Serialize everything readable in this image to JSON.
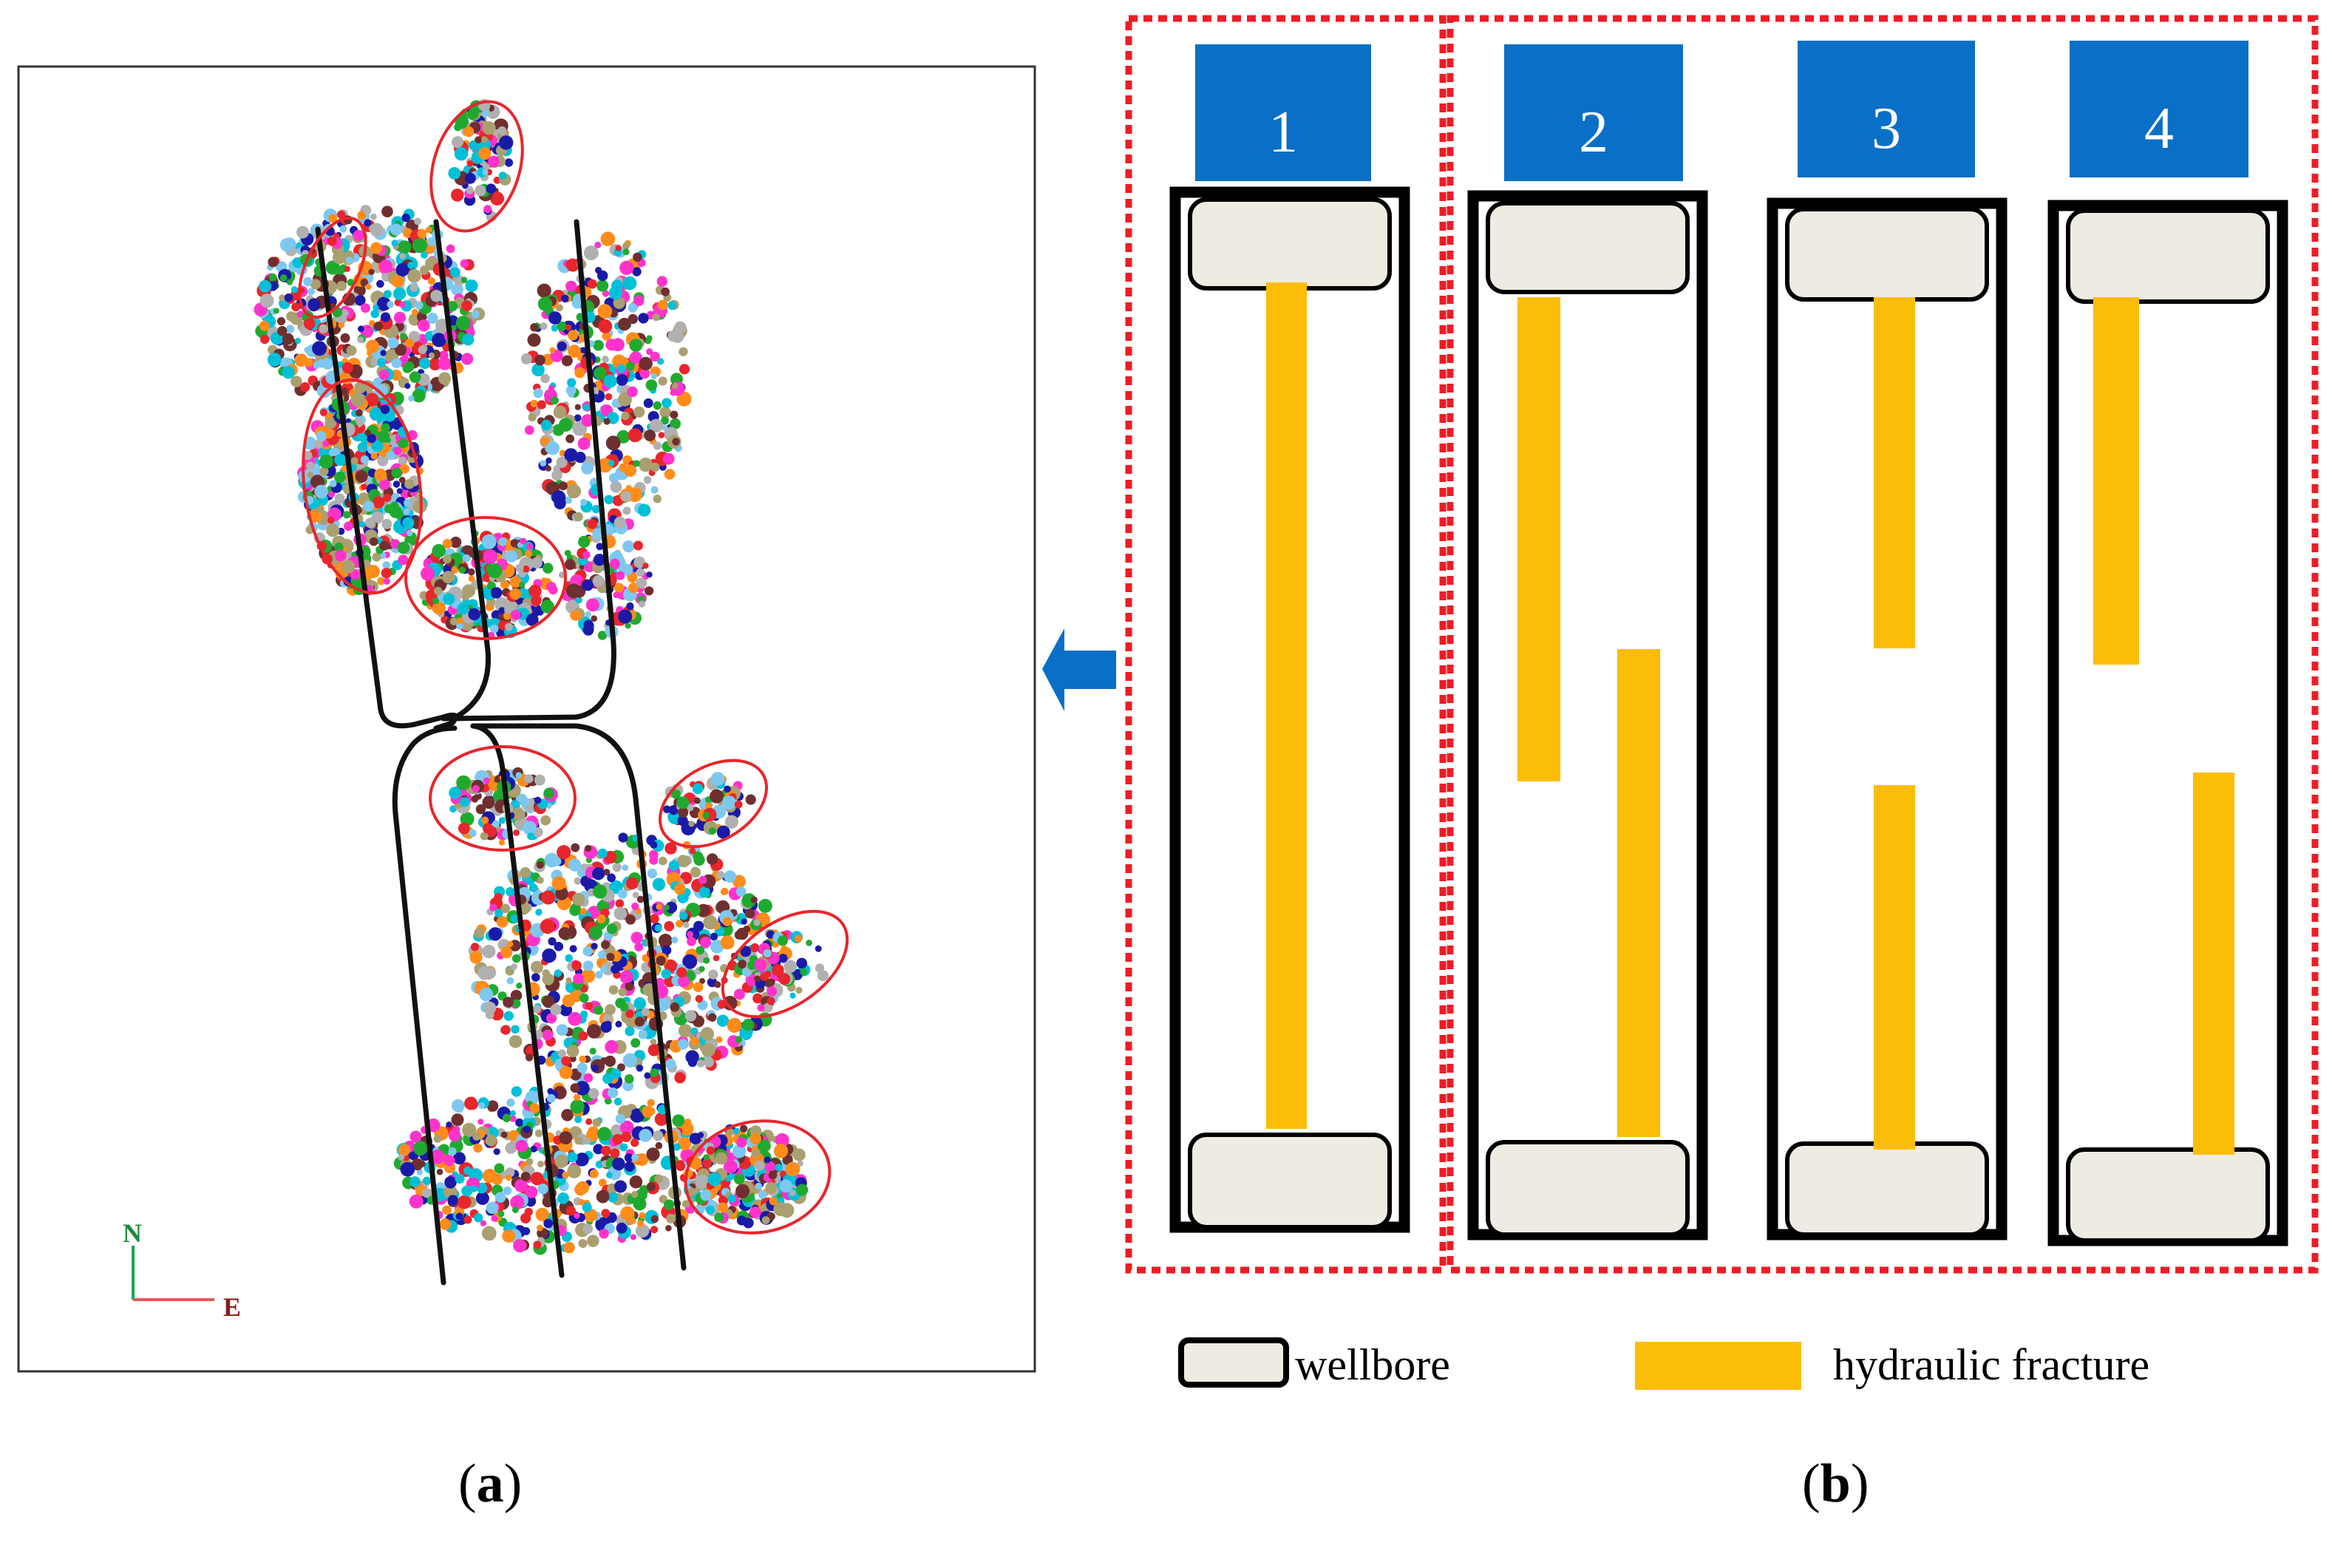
{
  "panel_a": {
    "caption_open": "(",
    "caption_letter": "a",
    "caption_close": ")",
    "compass": {
      "north": "N",
      "east": "E"
    },
    "colors": {
      "fracture_ring": "#e8262c",
      "well_path": "#111111",
      "north_axis": "#1aa84a",
      "east_axis": "#e05a5a"
    },
    "event_palette": [
      "#e8262c",
      "#1faa2f",
      "#1a1aa8",
      "#ff8c1a",
      "#ff33cc",
      "#00c0d8",
      "#b0b0b0",
      "#aa9f70",
      "#7ec8f0",
      "#6f2f2f"
    ]
  },
  "panel_b": {
    "caption_open": "(",
    "caption_letter": "b",
    "caption_close": ")",
    "cases": [
      {
        "label": "1"
      },
      {
        "label": "2"
      },
      {
        "label": "3"
      },
      {
        "label": "4"
      }
    ],
    "legend": {
      "wellbore": "wellbore",
      "hydraulic_fracture": "hydraulic fracture"
    },
    "colors": {
      "label_box": "#0a6fc6",
      "fracture": "#fbbd07",
      "wellbore_fill": "#eeebe2",
      "group_border": "#ee1c24",
      "arrow": "#0a6fc6"
    }
  }
}
